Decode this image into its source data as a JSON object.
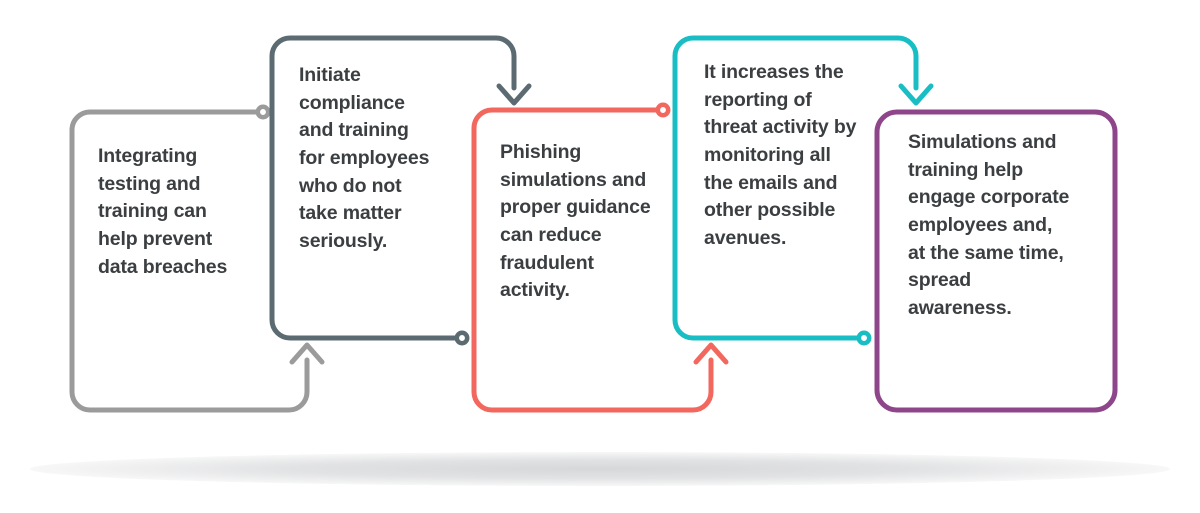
{
  "diagram": {
    "type": "staggered-process-flow",
    "background_color": "#ffffff",
    "text_color": "#3b3f41",
    "steps": [
      {
        "id": "step-1",
        "text": "Integrating testing and training can help prevent data breaches",
        "color": "#9b9b9b",
        "position": "low"
      },
      {
        "id": "step-2",
        "text": "Initiate compliance and training for employees who do not take matter seriously.",
        "color": "#5b6b71",
        "position": "high"
      },
      {
        "id": "step-3",
        "text": "Phishing simulations and proper guidance can reduce fraudulent activity.",
        "color": "#f2675e",
        "position": "low"
      },
      {
        "id": "step-4",
        "text": "It increases the reporting of threat activity by monitoring all the emails and other possible avenues.",
        "color": "#19bec4",
        "position": "high"
      },
      {
        "id": "step-5",
        "text": "Simulations and training help engage corporate employees and, at the same time, spread awareness.",
        "color": "#8e4589",
        "position": "low"
      }
    ],
    "connectors": [
      {
        "id": "connector-1-to-2",
        "from": "step-1",
        "to": "step-2",
        "color": "#9b9b9b",
        "start_marker": "dot",
        "end_marker": "arrow-up"
      },
      {
        "id": "connector-2-to-3",
        "from": "step-2",
        "to": "step-3",
        "color": "#5b6b71",
        "start_marker": "dot",
        "end_marker": "arrow-down"
      },
      {
        "id": "connector-3-to-4",
        "from": "step-3",
        "to": "step-4",
        "color": "#f2675e",
        "start_marker": "dot",
        "end_marker": "arrow-up"
      },
      {
        "id": "connector-4-to-5",
        "from": "step-4",
        "to": "step-5",
        "color": "#19bec4",
        "start_marker": "dot",
        "end_marker": "arrow-down"
      }
    ]
  }
}
